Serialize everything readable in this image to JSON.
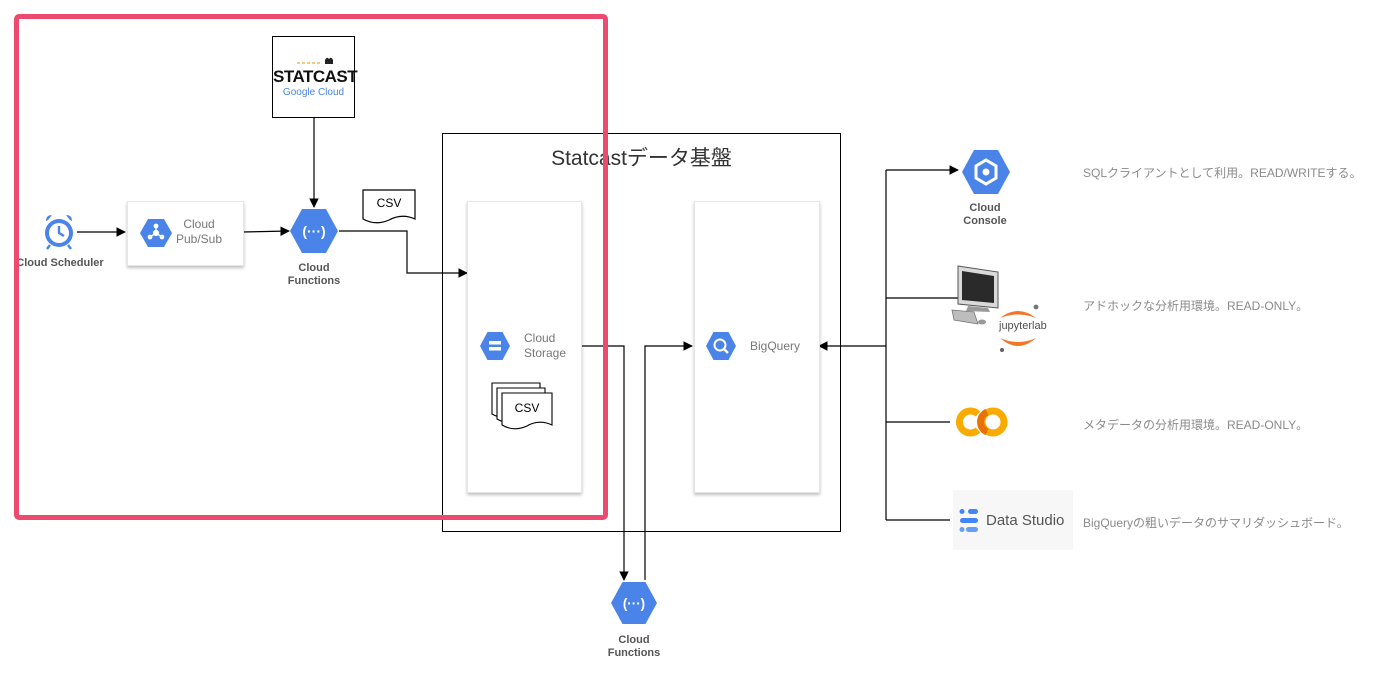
{
  "colors": {
    "highlight": "#ec4a6e",
    "gcp_blue": "#4a84e8",
    "gcp_blue_dark": "#3367d6",
    "text_gray": "#555555"
  },
  "statcast_logo": {
    "title": "STATCAST",
    "subtitle": "Google Cloud"
  },
  "platform": {
    "title": "Statcastデータ基盤"
  },
  "nodes": {
    "scheduler": {
      "label": "Cloud Scheduler",
      "icon": "alarm-clock-icon"
    },
    "pubsub": {
      "label_line1": "Cloud",
      "label_line2": "Pub/Sub",
      "icon": "pubsub-icon"
    },
    "functions_top": {
      "label_line1": "Cloud",
      "label_line2": "Functions",
      "icon": "cloud-functions-icon"
    },
    "csv_top": {
      "label": "CSV"
    },
    "storage": {
      "label_line1": "Cloud",
      "label_line2": "Storage",
      "icon": "cloud-storage-icon"
    },
    "csv_stack": {
      "label": "CSV"
    },
    "bigquery": {
      "label": "BigQuery",
      "icon": "bigquery-icon"
    },
    "functions_bottom": {
      "label_line1": "Cloud",
      "label_line2": "Functions",
      "icon": "cloud-functions-icon"
    },
    "console": {
      "label_line1": "Cloud",
      "label_line2": "Console",
      "icon": "cloud-console-icon"
    },
    "jupyter": {
      "label": "jupyterlab",
      "icon": "computer-icon"
    },
    "colab": {
      "icon": "colab-icon"
    },
    "datastudio": {
      "label": "Data Studio",
      "icon": "data-studio-icon"
    }
  },
  "descriptions": {
    "console": "SQLクライアントとして利用。READ/WRITEする。",
    "jupyter": "アドホックな分析用環境。READ-ONLY。",
    "colab": "メタデータの分析用環境。READ-ONLY。",
    "datastudio": "BigQueryの粗いデータのサマリダッシュボード。"
  }
}
